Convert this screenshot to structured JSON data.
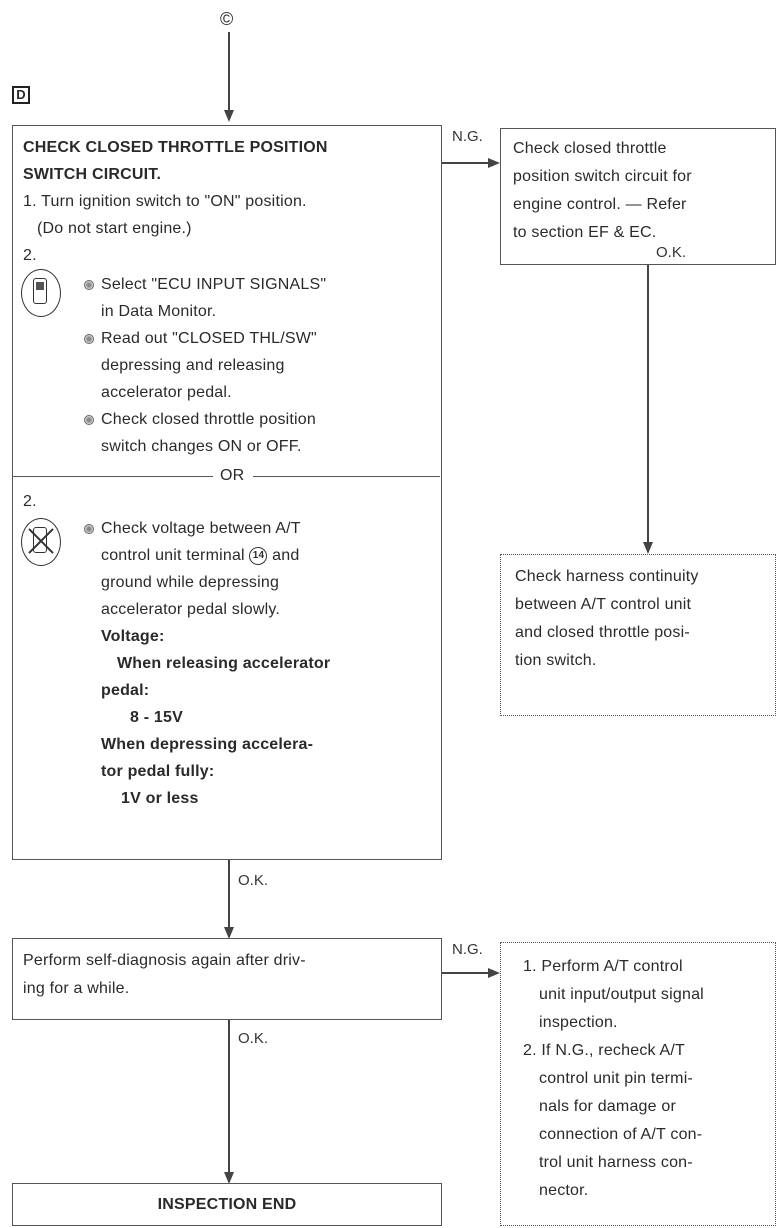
{
  "connector_top": "©",
  "section_label": "D",
  "box_check": {
    "title_1": "CHECK CLOSED THROTTLE POSITION",
    "title_2": "SWITCH CIRCUIT.",
    "step1_1": "1. Turn ignition switch to \"ON\" position.",
    "step1_2": "(Do not start engine.)",
    "step2_num": "2.",
    "bullet1_1": "Select \"ECU INPUT SIGNALS\"",
    "bullet1_2": "in Data Monitor.",
    "bullet2_1": "Read out \"CLOSED THL/SW\"",
    "bullet2_2": "depressing and releasing",
    "bullet2_3": "accelerator pedal.",
    "bullet3_1": "Check closed throttle position",
    "bullet3_2": "switch changes ON or OFF.",
    "or_label": "OR",
    "alt_num": "2.",
    "alt1_1a": "Check voltage between A/T",
    "alt1_2a": "control unit terminal",
    "alt1_terminal": "14",
    "alt1_2b": "and",
    "alt1_3": "ground while depressing",
    "alt1_4": "accelerator pedal slowly.",
    "voltage": "Voltage:",
    "when_release_1": "When releasing accelerator",
    "when_release_2": "pedal:",
    "release_value": "8 - 15V",
    "when_depress_1": "When depressing accelera-",
    "when_depress_2": "tor pedal fully:",
    "depress_value": "1V or less"
  },
  "ng_label_1": "N.G.",
  "ok_label_right": "O.K.",
  "box_refer": {
    "l1": "Check closed throttle",
    "l2": "position switch circuit for",
    "l3": "engine control. — Refer",
    "l4": "to section EF & EC."
  },
  "box_harness": {
    "l1": "Check harness continuity",
    "l2": "between A/T control unit",
    "l3": "and closed throttle posi-",
    "l4": "tion switch."
  },
  "ok_label_mid": "O.K.",
  "box_perform": {
    "l1": "Perform self-diagnosis again after driv-",
    "l2": "ing for a while."
  },
  "ng_label_2": "N.G.",
  "ok_label_bottom": "O.K.",
  "box_end": {
    "label": "INSPECTION END"
  },
  "box_inspect": {
    "l1": "1. Perform A/T control",
    "l2": "unit input/output signal",
    "l3": "inspection.",
    "l4": "2. If N.G., recheck A/T",
    "l5": "control unit pin termi-",
    "l6": "nals for damage or",
    "l7": "connection of A/T con-",
    "l8": "trol unit harness con-",
    "l9": "nector."
  }
}
